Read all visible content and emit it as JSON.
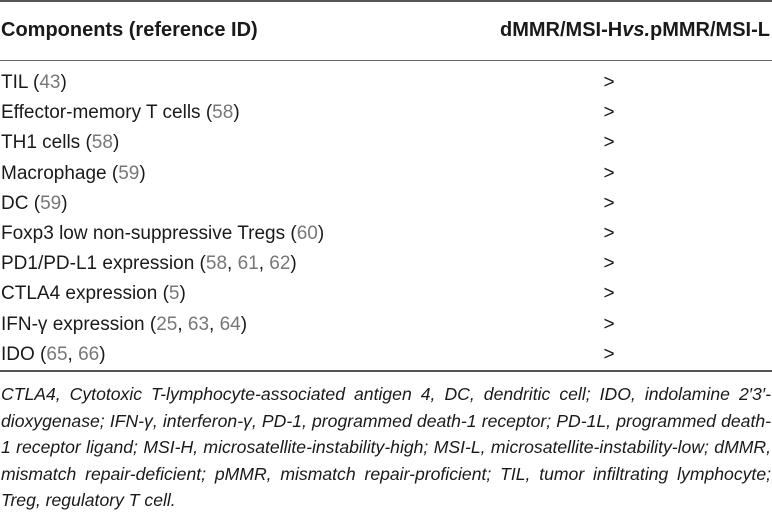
{
  "header": {
    "col1": "Components (reference ID)",
    "col2_a": "dMMR/MSI-H ",
    "col2_b": "vs.",
    "col2_c": " pMMR/MSI-L"
  },
  "rows": [
    {
      "label": "TIL (",
      "refs": [
        "43"
      ],
      "value": ">"
    },
    {
      "label": "Effector-memory T cells (",
      "refs": [
        "58"
      ],
      "value": ">"
    },
    {
      "label": "TH1 cells (",
      "refs": [
        "58"
      ],
      "value": ">"
    },
    {
      "label": "Macrophage (",
      "refs": [
        "59"
      ],
      "value": ">"
    },
    {
      "label": "DC (",
      "refs": [
        "59"
      ],
      "value": ">"
    },
    {
      "label": "Foxp3 low non-suppressive Tregs (",
      "refs": [
        "60"
      ],
      "value": ">"
    },
    {
      "label": "PD1/PD-L1 expression (",
      "refs": [
        "58",
        "61",
        "62"
      ],
      "value": ">"
    },
    {
      "label": "CTLA4 expression (",
      "refs": [
        "5"
      ],
      "value": ">"
    },
    {
      "label": "IFN-γ expression (",
      "refs": [
        "25",
        "63",
        "64"
      ],
      "value": ">"
    },
    {
      "label": "IDO (",
      "refs": [
        "65",
        "66"
      ],
      "value": ">"
    }
  ],
  "footnote": "CTLA4, Cytotoxic T-lymphocyte-associated antigen 4, DC, dendritic cell; IDO, indolamine 2′3′-dioxygenase; IFN-γ, interferon-γ, PD-1, programmed death-1 receptor; PD-1L, programmed death-1 receptor ligand; MSI-H, microsatellite-instability-high; MSI-L, microsatellite-instability-low; dMMR, mismatch repair-deficient; pMMR, mismatch repair-proficient; TIL, tumor infiltrating lymphocyte; Treg, regulatory T cell."
}
